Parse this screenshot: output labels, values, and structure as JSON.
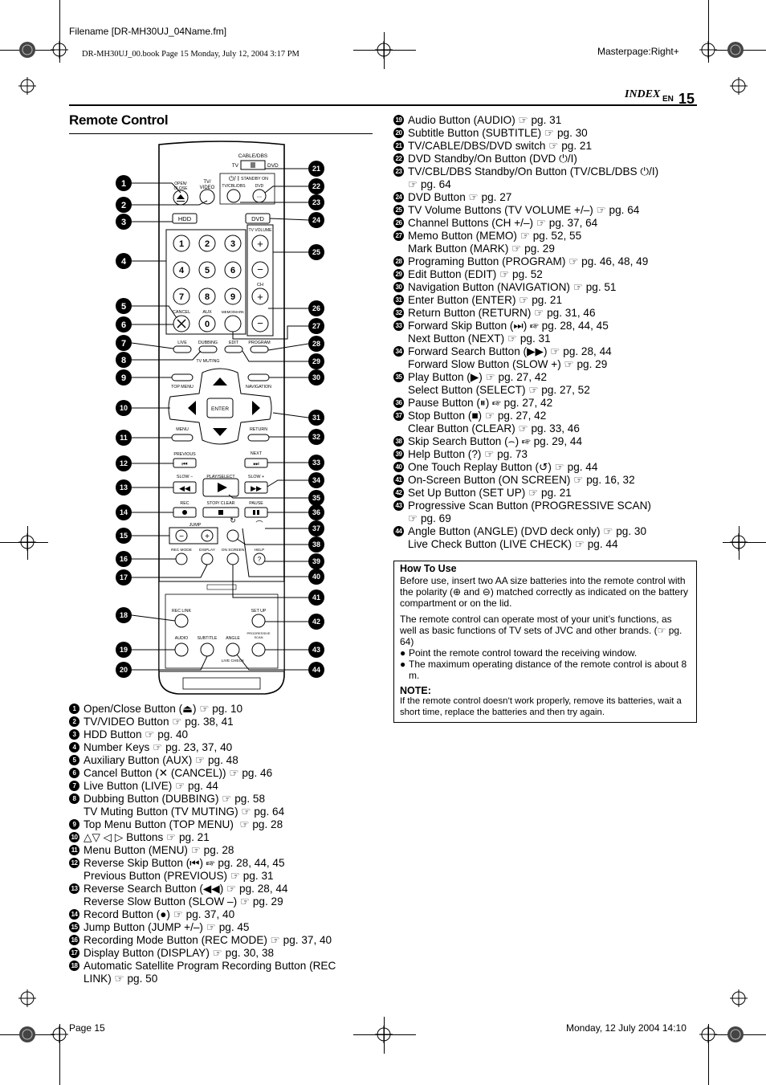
{
  "meta": {
    "filename": "Filename [DR-MH30UJ_04Name.fm]",
    "book_line": "DR-MH30UJ_00.book  Page 15  Monday, July 12, 2004  3:17 PM",
    "masterpage": "Masterpage:Right+",
    "footer_page": "Page 15",
    "footer_date": "Monday, 12 July 2004  14:10"
  },
  "header": {
    "index": "INDEX",
    "lang": "EN",
    "page": "15"
  },
  "section_title": "Remote Control",
  "remote": {
    "cable_dbs": "CABLE/DBS",
    "tv": "TV",
    "dvd": "DVD",
    "open_close": [
      "OPEN/",
      "CLOSE"
    ],
    "tv_video": [
      "TV/",
      "VIDEO"
    ],
    "standby_on": "STANDBY ON",
    "tv_cbl_dbs": "TV/CBL/DBS",
    "dvd_small": "DVD",
    "hdd": "HDD",
    "dvd_btn": "DVD",
    "tv_volume": "TV VOLUME",
    "ch": "CH",
    "keys": [
      "1",
      "2",
      "3",
      "4",
      "5",
      "6",
      "7",
      "8",
      "9",
      "0"
    ],
    "cancel": "CANCEL",
    "aux": "AUX",
    "memo_mark": "MEMO/MARK",
    "live": "LIVE",
    "dubbing": "DUBBING",
    "edit": "EDIT",
    "program": "PROGRAM",
    "tv_muting": "TV MUTING",
    "top_menu": "TOP MENU",
    "navigation": "NAVIGATION",
    "enter": "ENTER",
    "menu": "MENU",
    "return": "RETURN",
    "previous": "PREVIOUS",
    "next": "NEXT",
    "slow_minus": "SLOW  −",
    "play_select": "PLAY/SELECT",
    "slow_plus": "SLOW  +",
    "rec": "REC",
    "stop_clear": "STOP/ CLEAR",
    "pause": "PAUSE",
    "jump": "JUMP",
    "rec_mode": "REC MODE",
    "display": "DISPLAY",
    "on_screen": "ON SCREEN",
    "help": "HELP",
    "rec_link": "REC LINK",
    "set_up": "SET UP",
    "audio": "AUDIO",
    "subtitle": "SUBTITLE",
    "angle": "ANGLE",
    "progressive_scan": [
      "PROGRESSIVE",
      "SCAN"
    ],
    "live_check": "LIVE CHECK"
  },
  "left_list": [
    {
      "n": "1",
      "lines": [
        "Open/Close Button (⏏) ☞ pg. 10"
      ]
    },
    {
      "n": "2",
      "lines": [
        "TV/VIDEO Button ☞ pg. 38, 41"
      ]
    },
    {
      "n": "3",
      "lines": [
        "HDD Button ☞ pg. 40"
      ]
    },
    {
      "n": "4",
      "lines": [
        "Number Keys ☞ pg. 23, 37, 40"
      ]
    },
    {
      "n": "5",
      "lines": [
        "Auxiliary Button (AUX) ☞ pg. 48"
      ]
    },
    {
      "n": "6",
      "lines": [
        "Cancel Button (✕ (CANCEL)) ☞ pg. 46"
      ]
    },
    {
      "n": "7",
      "lines": [
        "Live Button (LIVE) ☞ pg. 44"
      ]
    },
    {
      "n": "8",
      "lines": [
        "Dubbing Button (DUBBING) ☞ pg. 58",
        "TV Muting Button (TV MUTING) ☞ pg. 64"
      ]
    },
    {
      "n": "9",
      "lines": [
        "Top Menu Button (TOP MENU)  ☞ pg. 28"
      ]
    },
    {
      "n": "10",
      "lines": [
        "△▽ ◁ ▷ Buttons ☞ pg. 21"
      ]
    },
    {
      "n": "11",
      "lines": [
        "Menu Button (MENU) ☞ pg. 28"
      ]
    },
    {
      "n": "12",
      "lines": [
        "Reverse Skip Button (⏮) ☞ pg. 28, 44, 45",
        "Previous Button (PREVIOUS) ☞ pg. 31"
      ]
    },
    {
      "n": "13",
      "lines": [
        "Reverse Search Button (◀◀) ☞ pg. 28, 44",
        "Reverse Slow Button (SLOW –) ☞ pg. 29"
      ]
    },
    {
      "n": "14",
      "lines": [
        "Record Button (●) ☞ pg. 37, 40"
      ]
    },
    {
      "n": "15",
      "lines": [
        "Jump Button (JUMP +/–) ☞ pg. 45"
      ]
    },
    {
      "n": "16",
      "lines": [
        "Recording Mode Button (REC MODE) ☞ pg. 37, 40"
      ]
    },
    {
      "n": "17",
      "lines": [
        "Display Button (DISPLAY) ☞ pg. 30, 38"
      ]
    },
    {
      "n": "18",
      "lines": [
        "Automatic Satellite Program Recording Button (REC",
        "LINK) ☞ pg. 50"
      ]
    }
  ],
  "right_list": [
    {
      "n": "19",
      "lines": [
        "Audio Button (AUDIO) ☞ pg. 31"
      ]
    },
    {
      "n": "20",
      "lines": [
        "Subtitle Button (SUBTITLE) ☞ pg. 30"
      ]
    },
    {
      "n": "21",
      "lines": [
        "TV/CABLE/DBS/DVD switch ☞ pg. 21"
      ]
    },
    {
      "n": "22",
      "lines": [
        "DVD Standby/On Button (DVD ⏻/I)"
      ]
    },
    {
      "n": "23",
      "lines": [
        "TV/CBL/DBS Standby/On Button (TV/CBL/DBS ⏻/I)",
        "☞ pg. 64"
      ]
    },
    {
      "n": "24",
      "lines": [
        "DVD Button ☞ pg. 27"
      ]
    },
    {
      "n": "25",
      "lines": [
        "TV Volume Buttons (TV VOLUME +/–) ☞ pg. 64"
      ]
    },
    {
      "n": "26",
      "lines": [
        "Channel Buttons (CH +/–) ☞ pg. 37, 64"
      ]
    },
    {
      "n": "27",
      "lines": [
        "Memo Button (MEMO) ☞ pg. 52, 55",
        "Mark Button (MARK) ☞ pg. 29"
      ]
    },
    {
      "n": "28",
      "lines": [
        "Programing Button (PROGRAM) ☞ pg. 46, 48, 49"
      ]
    },
    {
      "n": "29",
      "lines": [
        "Edit Button (EDIT) ☞ pg. 52"
      ]
    },
    {
      "n": "30",
      "lines": [
        "Navigation Button (NAVIGATION) ☞ pg. 51"
      ]
    },
    {
      "n": "31",
      "lines": [
        "Enter Button (ENTER) ☞ pg. 21"
      ]
    },
    {
      "n": "32",
      "lines": [
        "Return Button (RETURN) ☞ pg. 31, 46"
      ]
    },
    {
      "n": "33",
      "lines": [
        "Forward Skip Button (⏭) ☞ pg. 28, 44, 45",
        "Next Button (NEXT) ☞ pg. 31"
      ]
    },
    {
      "n": "34",
      "lines": [
        "Forward Search Button (▶▶) ☞ pg. 28, 44",
        "Forward Slow Button (SLOW +) ☞ pg. 29"
      ]
    },
    {
      "n": "35",
      "lines": [
        "Play Button (▶) ☞ pg. 27, 42",
        "Select Button (SELECT) ☞ pg. 27, 52"
      ]
    },
    {
      "n": "36",
      "lines": [
        "Pause Button (⏸) ☞ pg. 27, 42"
      ]
    },
    {
      "n": "37",
      "lines": [
        "Stop Button (■) ☞ pg. 27, 42",
        "Clear Button (CLEAR) ☞ pg. 33, 46"
      ]
    },
    {
      "n": "38",
      "lines": [
        "Skip Search Button (⌢) ☞ pg. 29, 44"
      ]
    },
    {
      "n": "39",
      "lines": [
        "Help Button (?) ☞ pg. 73"
      ]
    },
    {
      "n": "40",
      "lines": [
        "One Touch Replay Button (↺) ☞ pg. 44"
      ]
    },
    {
      "n": "41",
      "lines": [
        "On-Screen Button (ON SCREEN) ☞ pg. 16, 32"
      ]
    },
    {
      "n": "42",
      "lines": [
        "Set Up Button (SET UP) ☞ pg. 21"
      ]
    },
    {
      "n": "43",
      "lines": [
        "Progressive Scan Button (PROGRESSIVE SCAN)",
        "☞ pg. 69"
      ]
    },
    {
      "n": "44",
      "lines": [
        "Angle Button (ANGLE) (DVD deck only) ☞ pg. 30",
        "Live Check Button (LIVE CHECK) ☞ pg. 44"
      ]
    }
  ],
  "howto": {
    "title": "How To Use",
    "p1": "Before use, insert two AA size batteries into the remote control with the polarity (⊕ and ⊖) matched correctly as indicated on the battery compartment or on the lid.",
    "p2": "The remote control can operate most of your unit’s functions, as well as basic functions of TV sets of JVC and other brands. (☞ pg. 64)",
    "bullet1": "Point the remote control toward the receiving window.",
    "bullet2": "The maximum operating distance of the remote control is about 8 m.",
    "note_title": "NOTE:",
    "note": "If the remote control doesn’t work properly, remove its batteries, wait a short time, replace the batteries and then try again."
  }
}
